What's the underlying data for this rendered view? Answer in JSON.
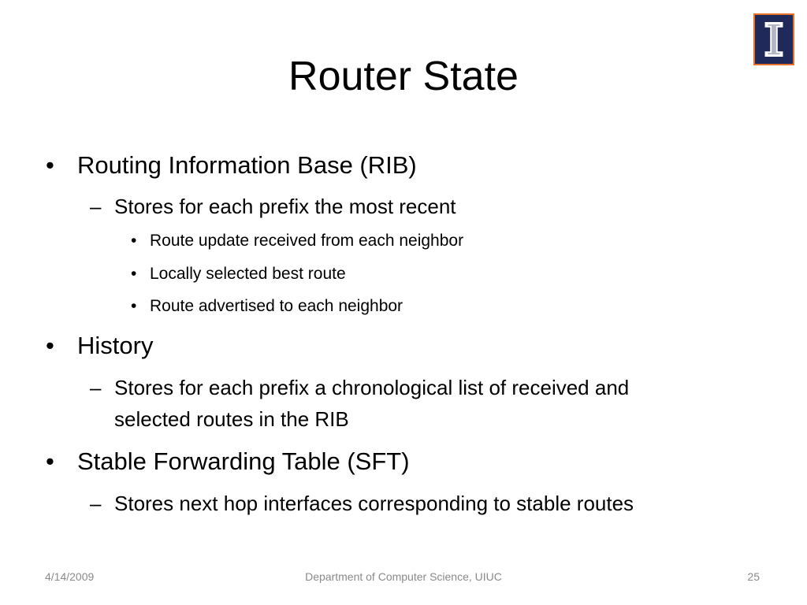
{
  "slide": {
    "title": "Router State",
    "bullets": [
      {
        "marker": "•",
        "text": "Routing Information Base (RIB)"
      },
      {
        "marker": "–",
        "text": "Stores for each prefix the most recent"
      },
      {
        "marker": "•",
        "text": "Route update received from each neighbor"
      },
      {
        "marker": "•",
        "text": "Locally selected best route"
      },
      {
        "marker": "•",
        "text": "Route advertised to each neighbor"
      },
      {
        "marker": "•",
        "text": "History"
      },
      {
        "marker": "–",
        "text": "Stores for each prefix a chronological list of received and"
      },
      {
        "marker": "",
        "text": "selected routes in the RIB"
      },
      {
        "marker": "•",
        "text": "Stable Forwarding Table (SFT)"
      },
      {
        "marker": "–",
        "text": "Stores next hop interfaces corresponding to stable routes"
      }
    ]
  },
  "footer": {
    "date": "4/14/2009",
    "center": "Department of Computer Science, UIUC",
    "page": "25"
  },
  "logo": {
    "icon": "university-block-i-logo-icon",
    "background_color": "#1f2a5a",
    "border_color": "#e8742c"
  }
}
